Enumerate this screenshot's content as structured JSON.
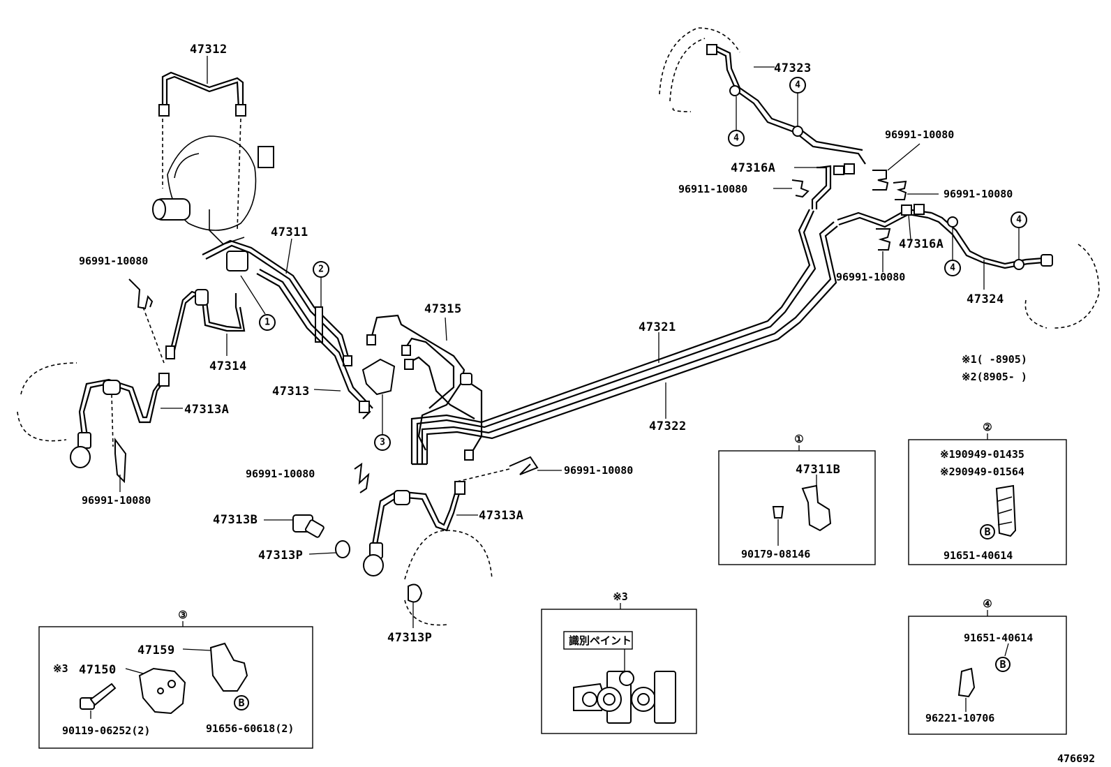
{
  "labels": {
    "p47312": "47312",
    "p47323": "47323",
    "p96991_a": "96991-10080",
    "p47316A_a": "47316A",
    "p96911": "96911-10080",
    "p96991_b": "96991-10080",
    "p47316A_b": "47316A",
    "p96991_c": "96991-10080",
    "p47324": "47324",
    "p47311": "47311",
    "p96991_d": "96991-10080",
    "p47314": "47314",
    "p47315": "47315",
    "p47321": "47321",
    "p47313": "47313",
    "p47313A_a": "47313A",
    "p47322": "47322",
    "p96991_e": "96991-10080",
    "p96991_f": "96991-10080",
    "p96991_g": "96991-10080",
    "p47313B": "47313B",
    "p47313A_b": "47313A",
    "p47313P_a": "47313P",
    "p47313P_b": "47313P",
    "note1": "※1(      -8905)",
    "note2": "※2(8905-      )"
  },
  "callouts": {
    "c1": "1",
    "c2": "2",
    "c3": "3",
    "c4": "4",
    "cB": "B"
  },
  "box1": {
    "header": "①",
    "part_a": "47311B",
    "part_b": "90179-08146"
  },
  "box2": {
    "header": "②",
    "line1": "※190949-01435",
    "line2": "※290949-01564",
    "part_b": "91651-40614"
  },
  "box3": {
    "header": "③",
    "p47159": "47159",
    "p47150_mark": "※3",
    "p47150": "47150",
    "p90119": "90119-06252(2)",
    "p91656": "91656-60618(2)"
  },
  "box4": {
    "header": "④",
    "part_a": "91651-40614",
    "part_b": "96221-10706"
  },
  "box5": {
    "header": "※3",
    "paint_label": "識別ペイント"
  },
  "diagram_id": "476692"
}
